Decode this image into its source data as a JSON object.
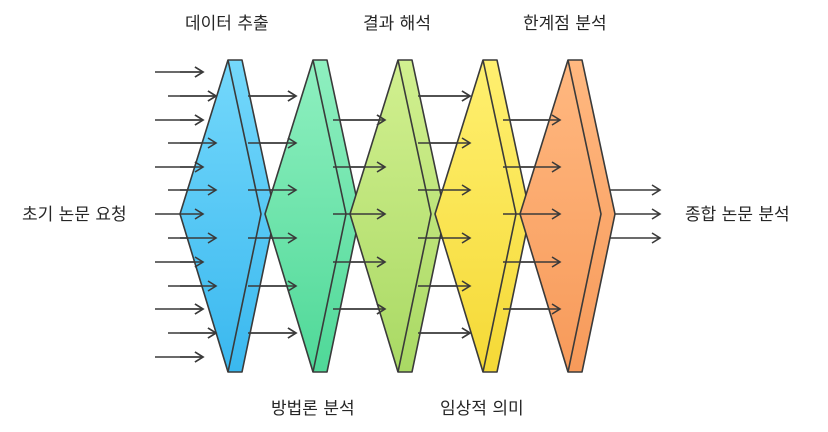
{
  "input_label": "초기 논문 요청",
  "output_label": "종합 논문 분석",
  "stages": [
    {
      "label": "데이터 추출",
      "color_light": "#74d8fb",
      "color_dark": "#3ab8ef",
      "label_pos": "top"
    },
    {
      "label": "방법론 분석",
      "color_light": "#8ff0c0",
      "color_dark": "#4fd898",
      "label_pos": "bottom"
    },
    {
      "label": "결과 해석",
      "color_light": "#d2f090",
      "color_dark": "#a9d964",
      "label_pos": "top"
    },
    {
      "label": "임상적 의미",
      "color_light": "#fff070",
      "color_dark": "#f5d936",
      "label_pos": "bottom"
    },
    {
      "label": "한계점 분석",
      "color_light": "#ffb880",
      "color_dark": "#f79a5a",
      "label_pos": "top"
    }
  ],
  "colors": {
    "stroke": "#3a3a3a",
    "text": "#262626"
  },
  "icons": [
    "arrow-right-icon"
  ]
}
